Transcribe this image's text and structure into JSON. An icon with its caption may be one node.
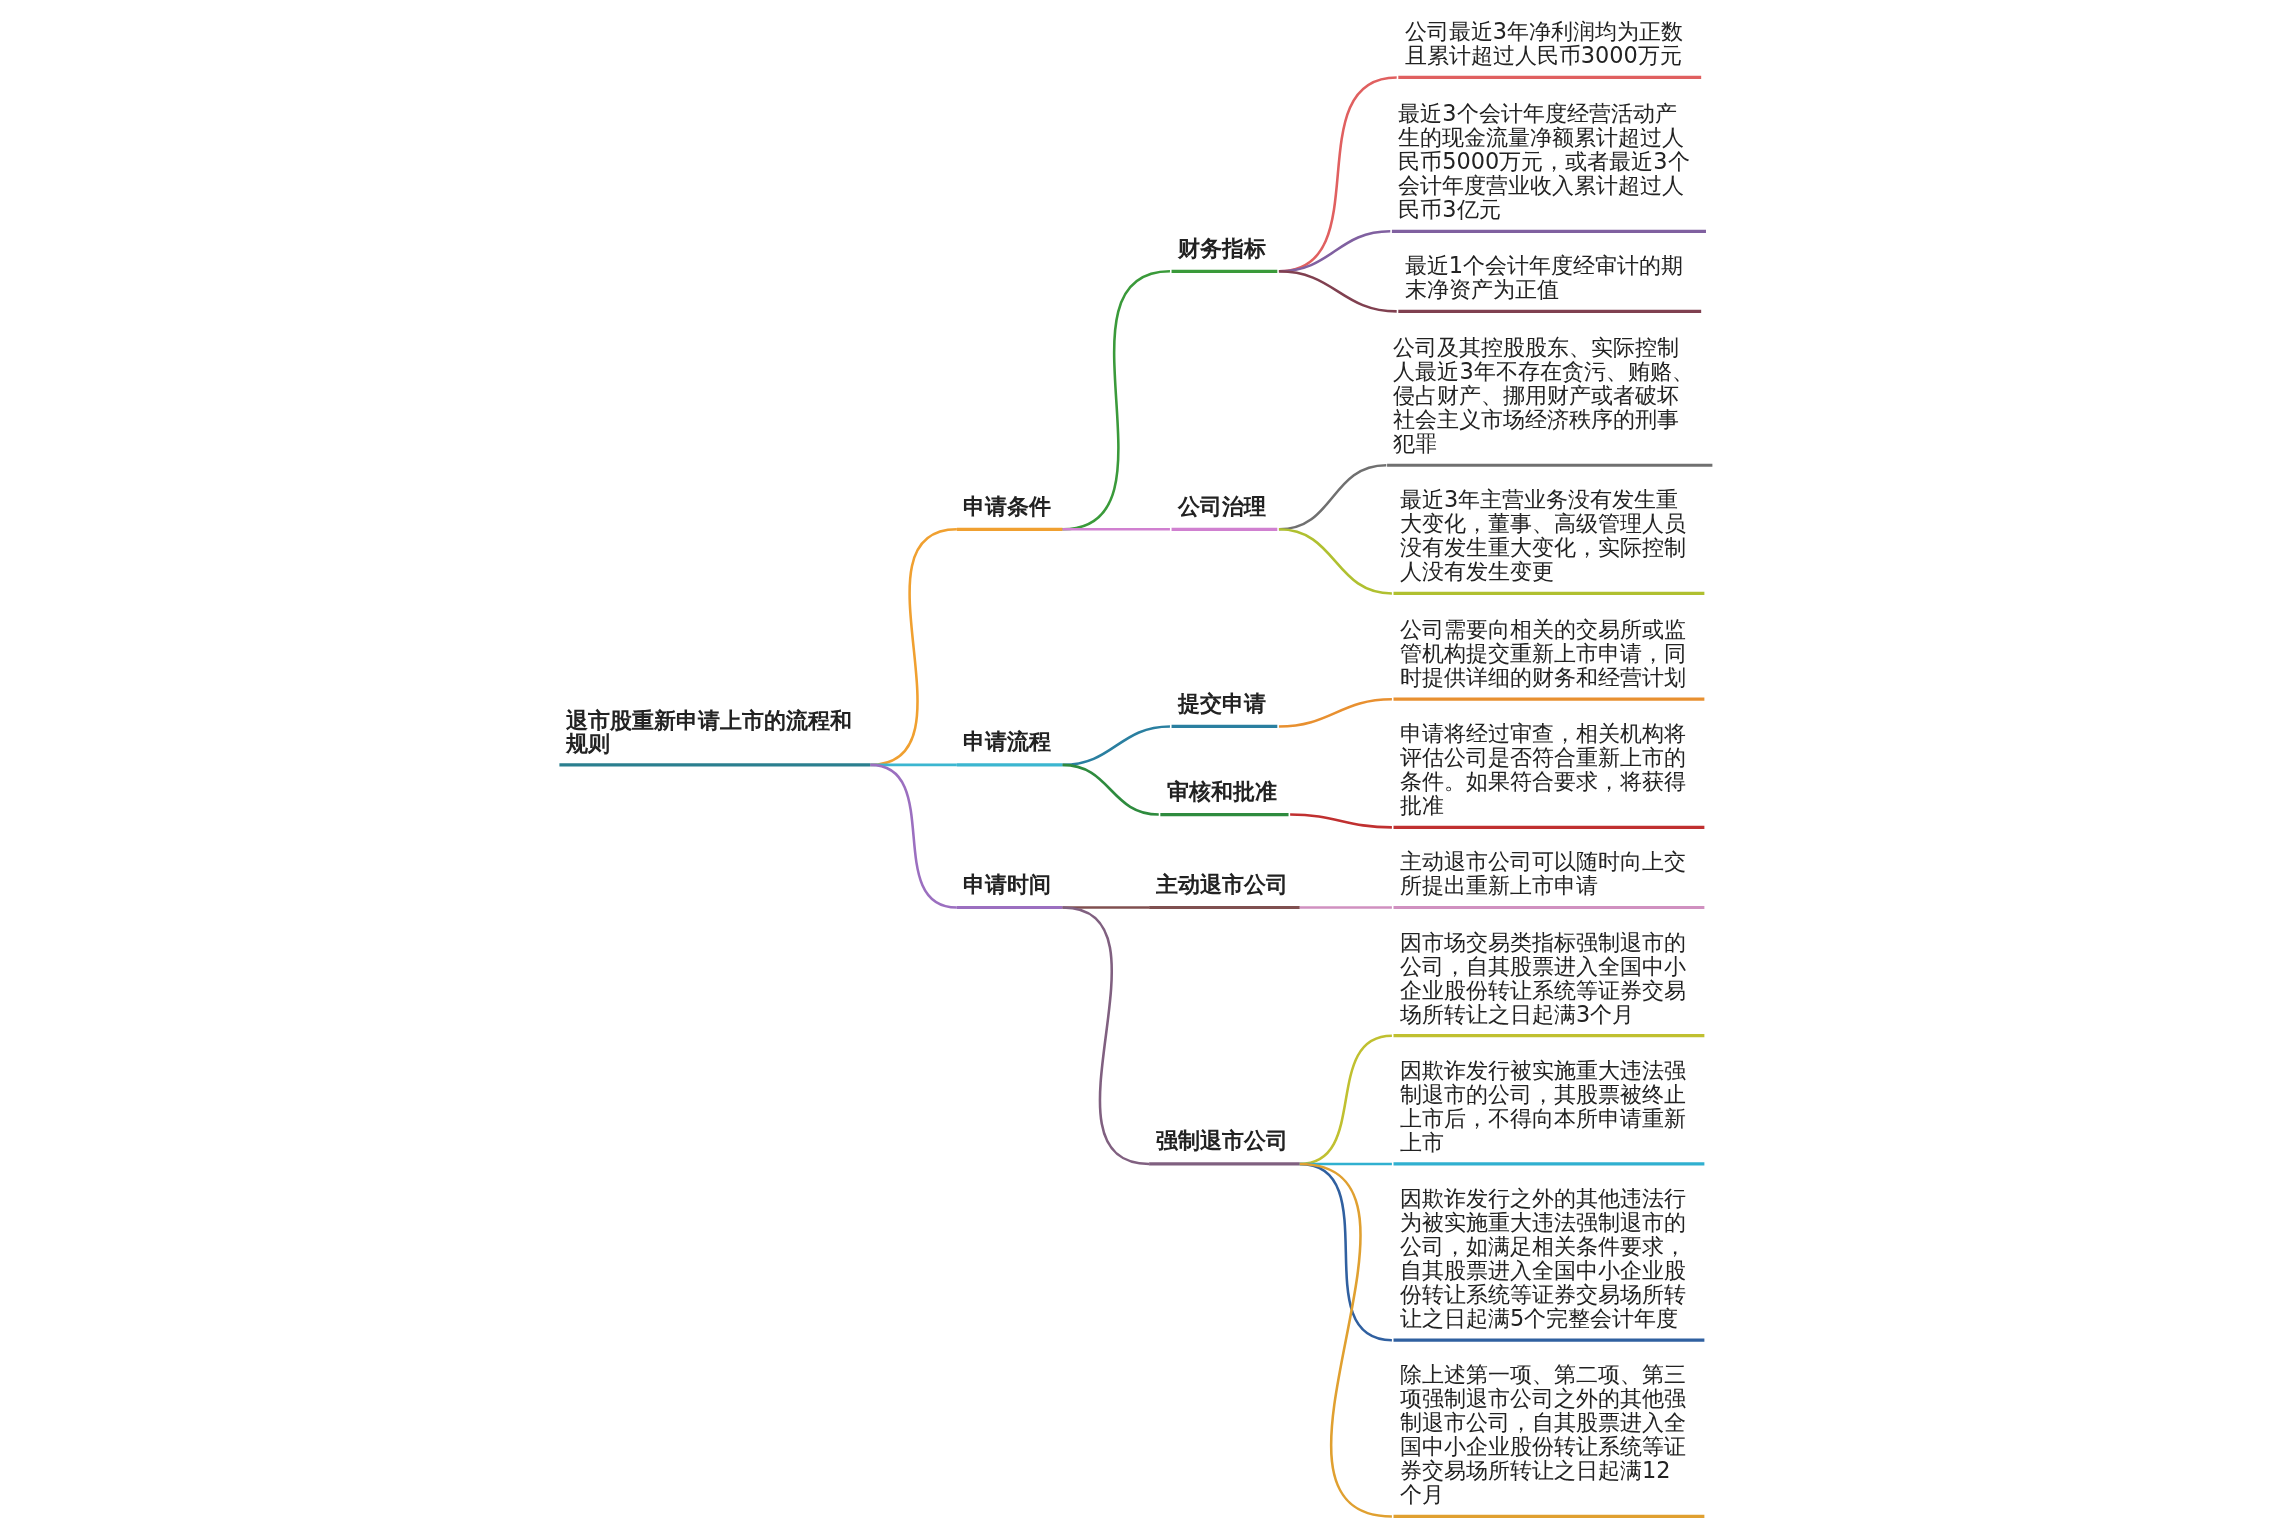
{
  "diagram": {
    "nodes": [
      {
        "text": [
          "退市股重新申请上市的流程和规则"
        ]
      },
      {
        "text": [
          "申请条件"
        ]
      },
      {
        "text": [
          "财务指标"
        ]
      },
      {
        "text": [
          "公司最近3年净利润均为正数且累计超过人民币3000万元"
        ]
      },
      {
        "text": [
          "最近3个会计年度经营活动产生的现金流量净额累计超过人民币5000万元，或者最近3个会计年度营业收入累计超过人民币3亿元"
        ]
      },
      {
        "text": [
          "最近1个会计年度经审计的期末净资产为正值"
        ]
      },
      {
        "text": [
          "公司治理"
        ]
      },
      {
        "text": [
          "公司及其控股股东、实际控制人最近3年不存在贪污、贿赂、侵占财产、挪用财产或者破坏社会主义市场经济秩序的刑事犯罪"
        ]
      },
      {
        "text": [
          "最近3年主营业务没有发生重大变化，董事、高级管理人员没有发生重大变化，实际控制人没有发生变更"
        ]
      },
      {
        "text": [
          "申请流程"
        ]
      },
      {
        "text": [
          "提交申请"
        ]
      },
      {
        "text": [
          "公司需要向相关的交易所或监管机构提交重新上市申请，同时提供详细的财务和经营计划"
        ]
      },
      {
        "text": [
          "审核和批准"
        ]
      },
      {
        "text": [
          "申请将经过审查，相关机构将评估公司是否符合重新上市的条件。如果符合要求，将获得批准"
        ]
      },
      {
        "text": [
          "申请时间"
        ]
      },
      {
        "text": [
          "主动退市公司"
        ]
      },
      {
        "text": [
          "主动退市公司可以随时向上交所提出重新上市申请"
        ]
      },
      {
        "text": [
          "强制退市公司"
        ]
      },
      {
        "text": [
          "因市场交易类指标强制退市的公司，自其股票进入全国中小企业股份转让系统等证券交易场所转让之日起满3个月"
        ]
      },
      {
        "text": [
          "因欺诈发行被实施重大违法强制退市的公司，其股票被终止上市后，不得向本所申请重新上市"
        ]
      },
      {
        "text": [
          "因欺诈发行之外的其他违法行为被实施重大违法强制退市的公司，如满足相关条件要求，自其股票进入全国中小企业股份转让系统等证券交易场所转让之日起满5个完整会计年度"
        ]
      },
      {
        "text": [
          "除上述第一项、第二项、第三项强制退市公司之外的其他强制退市公司，自其股票进入全国中小企业股份转让系统等证券交易场所转让之日起满12个月"
        ]
      }
    ],
    "edges": [
      {
        "from": 0,
        "to": 1,
        "arrow": "none",
        "color": "#f0a030"
      },
      {
        "from": 1,
        "to": 2,
        "arrow": "none",
        "color": "#3a9a3a"
      },
      {
        "from": 2,
        "to": 3,
        "arrow": "none",
        "color": "#e06060"
      },
      {
        "from": 2,
        "to": 4,
        "arrow": "none",
        "color": "#8060a0"
      },
      {
        "from": 2,
        "to": 5,
        "arrow": "none",
        "color": "#804050"
      },
      {
        "from": 1,
        "to": 6,
        "arrow": "none",
        "color": "#d080d0"
      },
      {
        "from": 6,
        "to": 7,
        "arrow": "none",
        "color": "#707070"
      },
      {
        "from": 6,
        "to": 8,
        "arrow": "none",
        "color": "#b0c030"
      },
      {
        "from": 0,
        "to": 9,
        "arrow": "none",
        "color": "#3bb6d0"
      },
      {
        "from": 9,
        "to": 10,
        "arrow": "none",
        "color": "#2a7fa0"
      },
      {
        "from": 10,
        "to": 11,
        "arrow": "none",
        "color": "#e89030"
      },
      {
        "from": 9,
        "to": 12,
        "arrow": "none",
        "color": "#2e8b3e"
      },
      {
        "from": 12,
        "to": 13,
        "arrow": "none",
        "color": "#c03030"
      },
      {
        "from": 0,
        "to": 14,
        "arrow": "none",
        "color": "#9b6fc0"
      },
      {
        "from": 14,
        "to": 15,
        "arrow": "none",
        "color": "#805050"
      },
      {
        "from": 15,
        "to": 16,
        "arrow": "none",
        "color": "#d090c0"
      },
      {
        "from": 14,
        "to": 17,
        "arrow": "none",
        "color": "#806080"
      },
      {
        "from": 17,
        "to": 18,
        "arrow": "none",
        "color": "#c0c030"
      },
      {
        "from": 17,
        "to": 19,
        "arrow": "none",
        "color": "#30b0d0"
      },
      {
        "from": 17,
        "to": 20,
        "arrow": "none",
        "color": "#3060a0"
      },
      {
        "from": 17,
        "to": 21,
        "arrow": "none",
        "color": "#e0a030"
      }
    ]
  }
}
